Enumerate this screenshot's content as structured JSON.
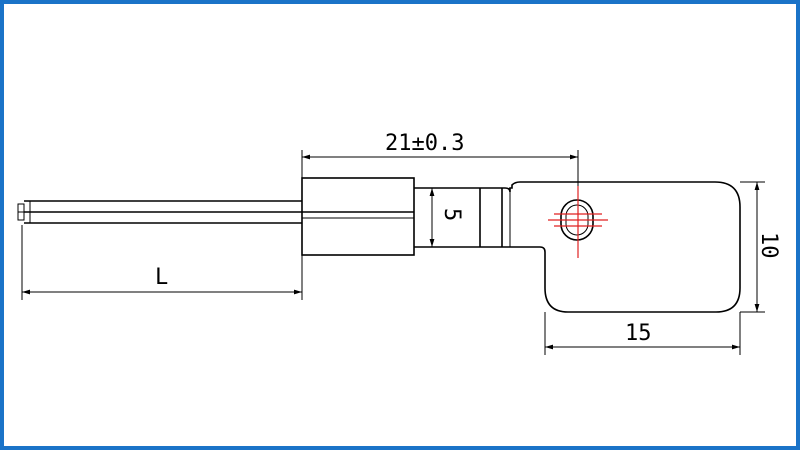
{
  "drawing": {
    "frame_color": "#1a73c8",
    "centerline_color": "#e02020",
    "dimensions": {
      "total_length": "21±0.3",
      "wire_length": "L",
      "body_width": "5",
      "tab_height": "10",
      "tab_width": "15"
    }
  }
}
